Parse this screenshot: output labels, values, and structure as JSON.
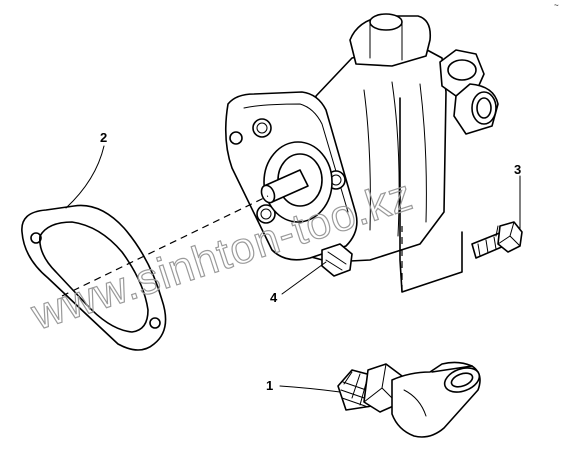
{
  "diagram": {
    "callouts": [
      {
        "id": "1",
        "label": "1"
      },
      {
        "id": "2",
        "label": "2"
      },
      {
        "id": "3",
        "label": "3"
      },
      {
        "id": "4",
        "label": "4"
      }
    ],
    "watermark": "www.sinhton-too.kz",
    "corner_mark": "~"
  },
  "colors": {
    "line": "#000000",
    "background": "#ffffff",
    "watermark": "#9a9a9a"
  }
}
